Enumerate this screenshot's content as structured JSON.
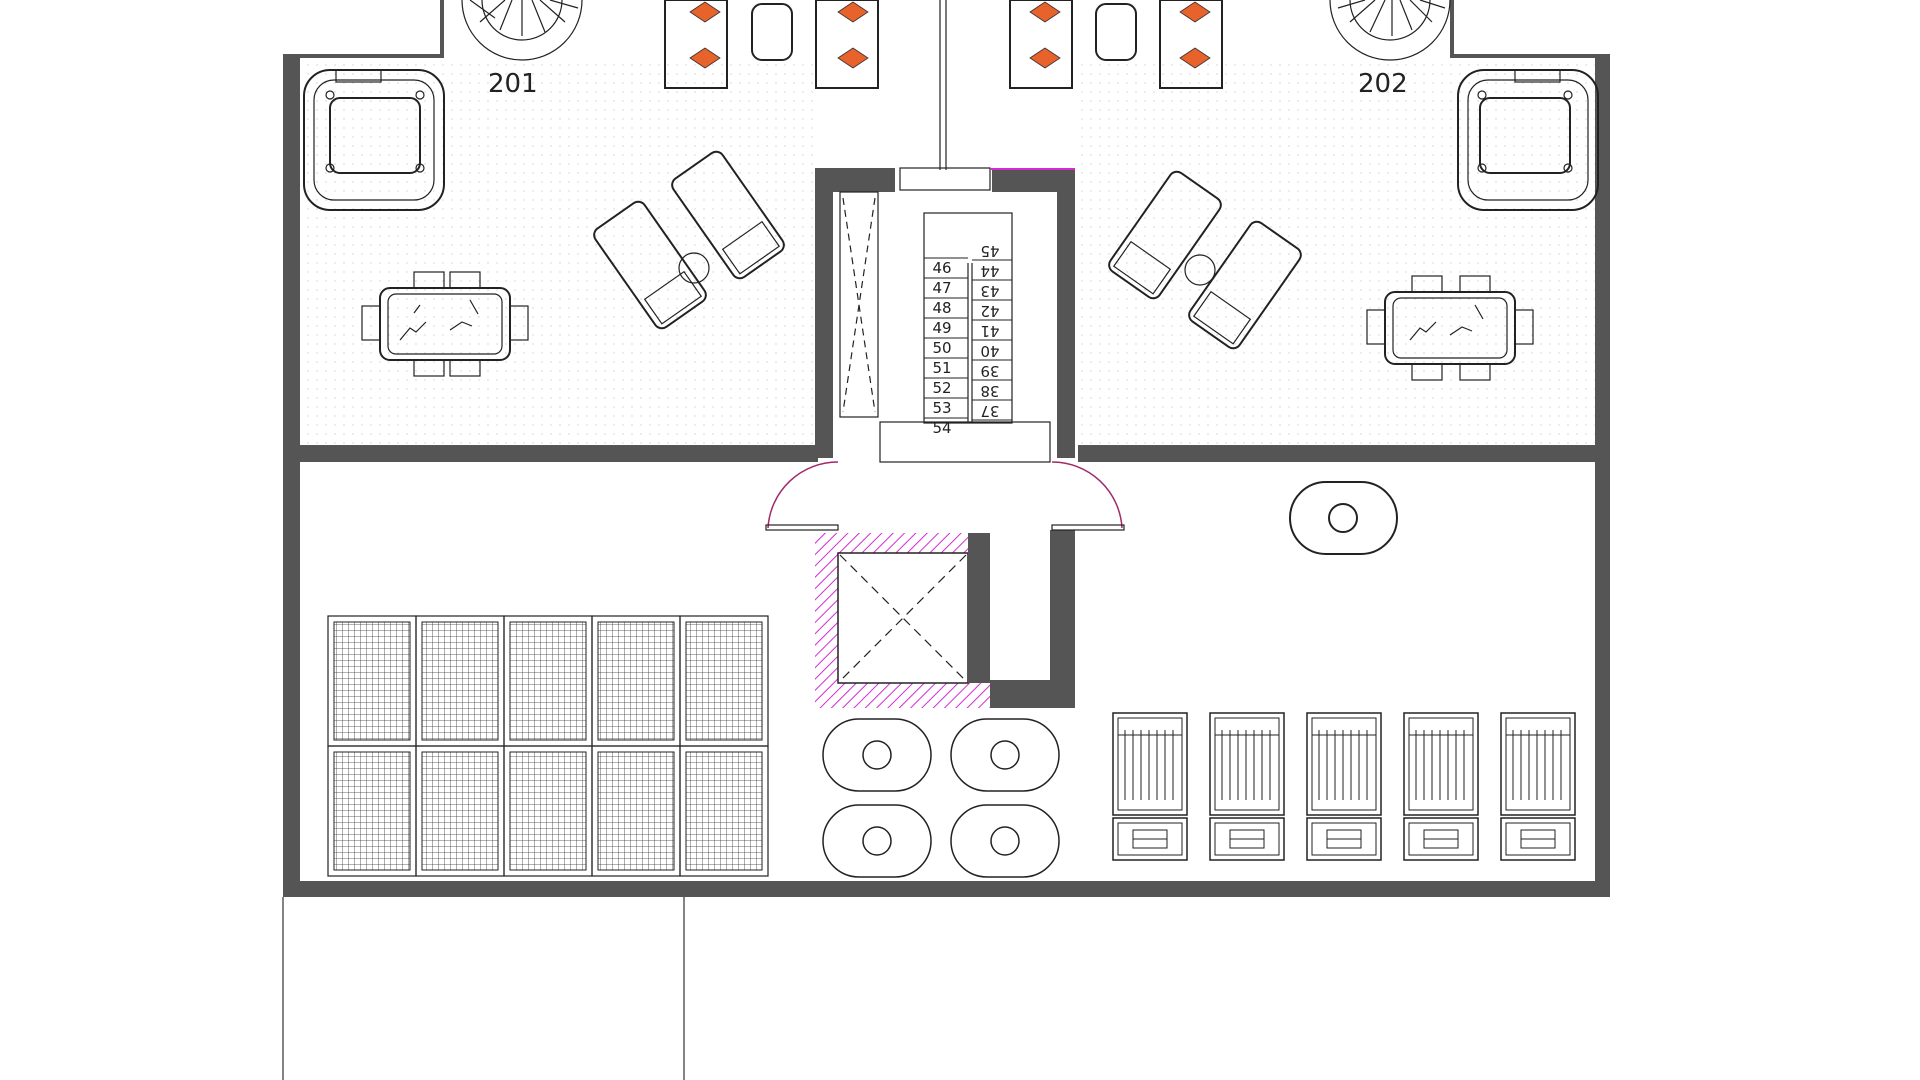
{
  "units": {
    "left": "201",
    "right": "202"
  },
  "stairs": {
    "up_left": [
      "46",
      "47",
      "48",
      "49",
      "50",
      "51",
      "52",
      "53",
      "54"
    ],
    "down_right": [
      "45",
      "44",
      "43",
      "42",
      "41",
      "40",
      "39",
      "38",
      "37"
    ]
  },
  "colors": {
    "wall": "#555555",
    "terrace_dots": "#d0d0d0",
    "cushion": "#e8622b",
    "shaft_hatch": "#d62ad6",
    "line": "#222222"
  },
  "furniture_counts": {
    "solar_panels": 10,
    "water_tanks": 4,
    "deck_chairs": 5
  }
}
